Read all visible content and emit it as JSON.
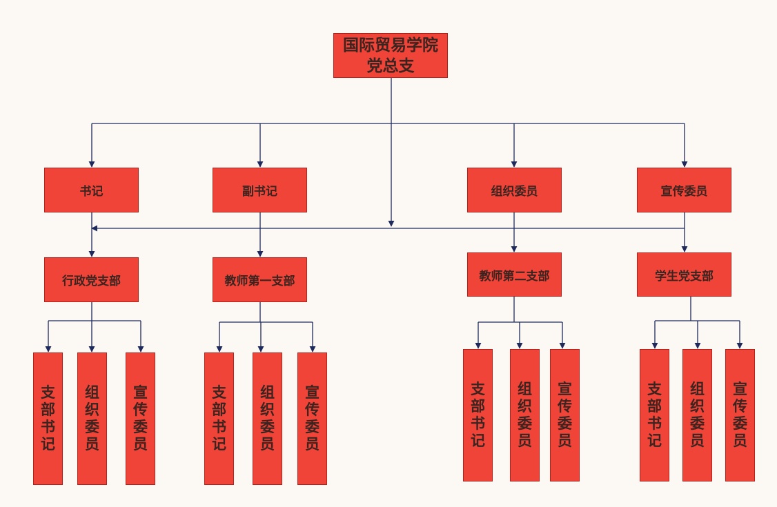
{
  "colors": {
    "background": "#fcf8f3",
    "box": "#f04438",
    "line": "#1f2a5c",
    "text": "#3a2420"
  },
  "root": {
    "line1": "国际贸易学院",
    "line2": "党总支"
  },
  "officers": {
    "secretary": "书记",
    "deputy_secretary": "副书记",
    "organization_member": "组织委员",
    "propaganda_member": "宣传委员"
  },
  "branches": [
    {
      "name": "行政党支部",
      "members": [
        "支部书记",
        "组织委员",
        "宣传委员"
      ]
    },
    {
      "name": "教师第一支部",
      "members": [
        "支部书记",
        "组织委员",
        "宣传委员"
      ]
    },
    {
      "name": "教师第二支部",
      "members": [
        "支部书记",
        "组织委员",
        "宣传委员"
      ]
    },
    {
      "name": "学生党支部",
      "members": [
        "支部书记",
        "组织委员",
        "宣传委员"
      ]
    }
  ]
}
